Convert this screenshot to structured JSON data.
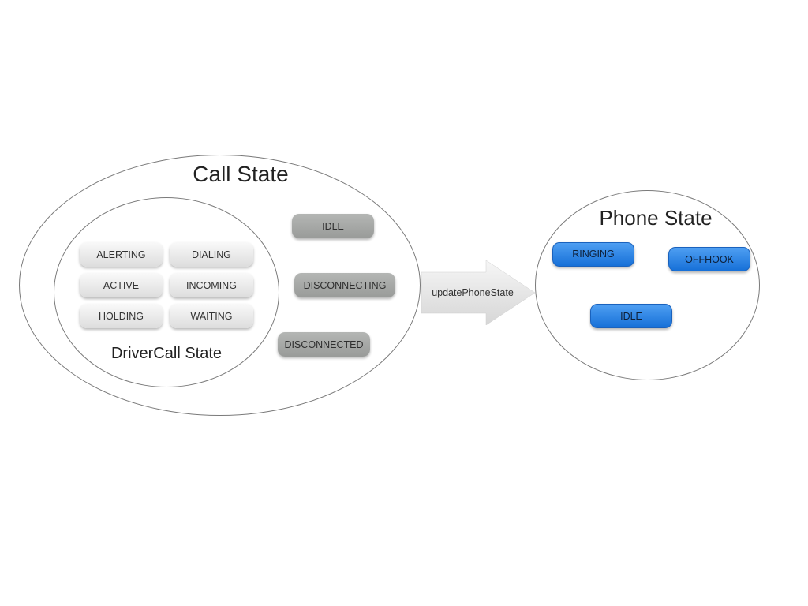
{
  "call_state": {
    "title": "Call State",
    "standalone_states": [
      "IDLE",
      "DISCONNECTING",
      "DISCONNECTED"
    ]
  },
  "driver_call_state": {
    "title": "DriverCall State",
    "states": [
      "ALERTING",
      "DIALING",
      "ACTIVE",
      "INCOMING",
      "HOLDING",
      "WAITING"
    ]
  },
  "transition": {
    "label": "updatePhoneState"
  },
  "phone_state": {
    "title": "Phone State",
    "states": [
      "RINGING",
      "OFFHOOK",
      "IDLE"
    ]
  },
  "colors": {
    "outline": "#7a7a7a",
    "driver_state_fill": "#e8e8e8",
    "call_state_fill": "#a5a7a5",
    "phone_state_fill": "#2b86e6"
  }
}
